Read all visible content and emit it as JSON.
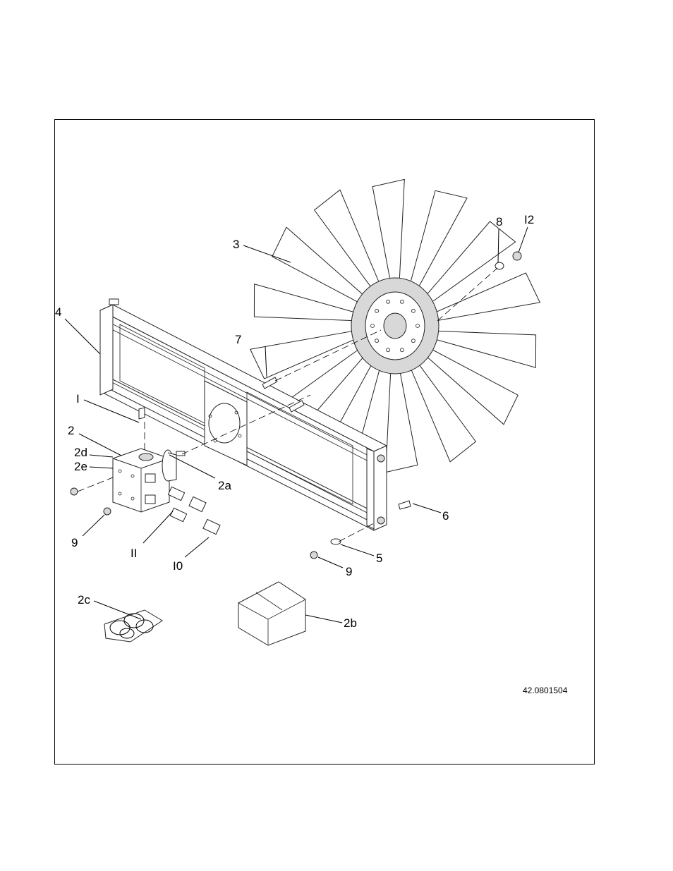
{
  "drawing": {
    "reference_number": "42.0801504",
    "callouts": {
      "c1": "I",
      "c2": "2",
      "c2a": "2a",
      "c2b": "2b",
      "c2c": "2c",
      "c2d": "2d",
      "c2e": "2e",
      "c3": "3",
      "c4": "4",
      "c5": "5",
      "c6": "6",
      "c7": "7",
      "c8": "8",
      "c9a": "9",
      "c9b": "9",
      "c10": "I0",
      "c11": "II",
      "c12": "I2"
    }
  },
  "colors": {
    "line": "#000000",
    "part_fill": "#ffffff",
    "shade": "#d8d8d8"
  }
}
